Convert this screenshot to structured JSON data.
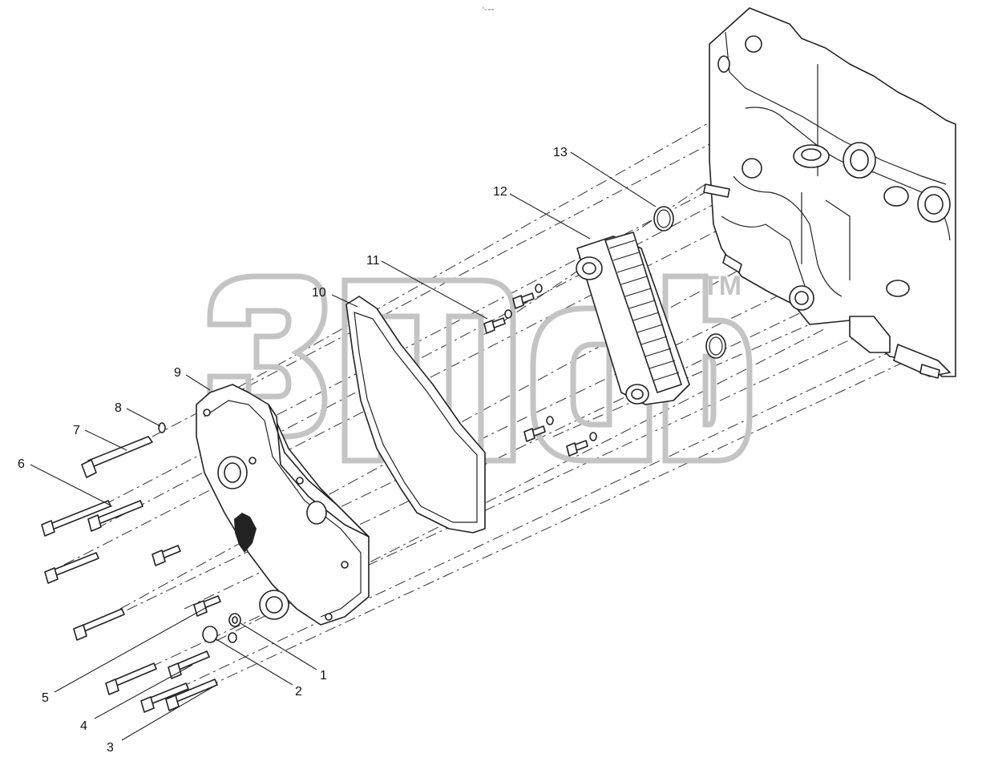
{
  "top_mark": "ʰ﻿ₒ ₒₒₒ",
  "watermark": {
    "trademark": "TM"
  },
  "callouts": [
    {
      "id": "1",
      "label": "1"
    },
    {
      "id": "2",
      "label": "2"
    },
    {
      "id": "3",
      "label": "3"
    },
    {
      "id": "4",
      "label": "4"
    },
    {
      "id": "5",
      "label": "5"
    },
    {
      "id": "6",
      "label": "6"
    },
    {
      "id": "7",
      "label": "7"
    },
    {
      "id": "8",
      "label": "8"
    },
    {
      "id": "9",
      "label": "9"
    },
    {
      "id": "10",
      "label": "10"
    },
    {
      "id": "11",
      "label": "11"
    },
    {
      "id": "12",
      "label": "12"
    },
    {
      "id": "13",
      "label": "13"
    }
  ]
}
